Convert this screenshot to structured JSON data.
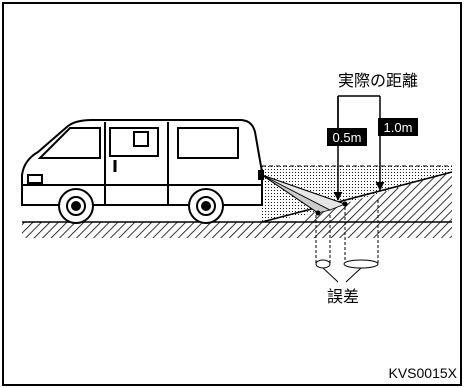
{
  "title": "実際の距離",
  "distance_labels": [
    "0.5m",
    "1.0m"
  ],
  "error_label": "誤差",
  "figure_code": "KVS0015X"
}
